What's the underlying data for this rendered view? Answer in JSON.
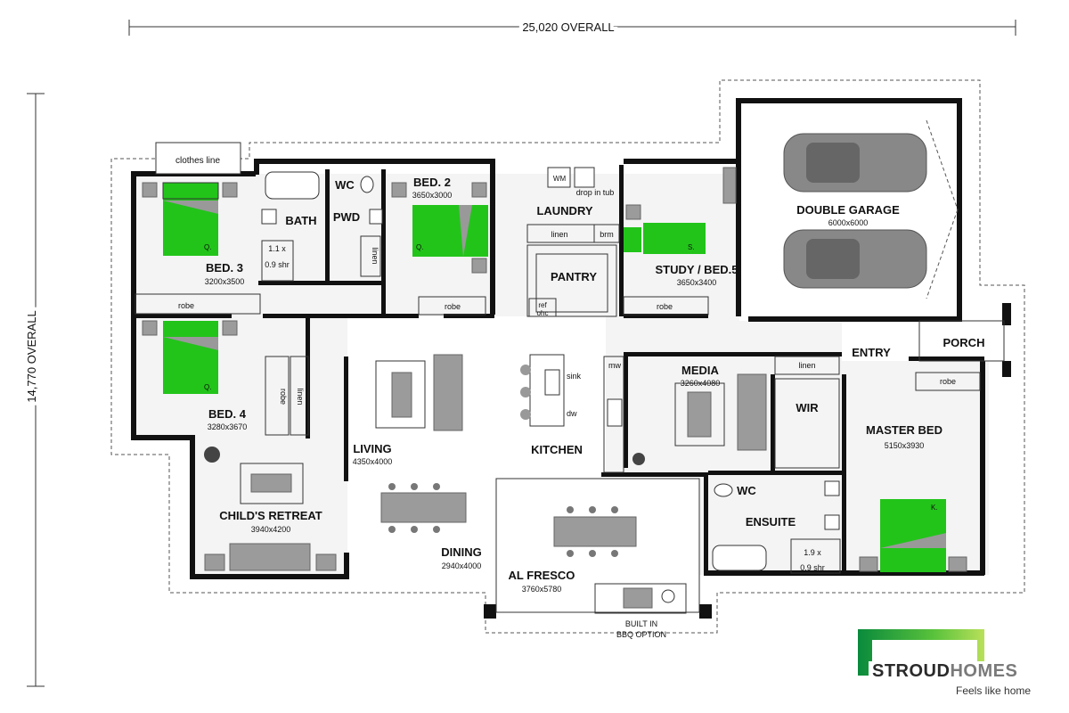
{
  "dimensions": {
    "overall_width": "25,020 OVERALL",
    "overall_depth": "14,770 OVERALL"
  },
  "rooms": {
    "bed3": {
      "name": "BED. 3",
      "size": "3200x3500"
    },
    "bed4": {
      "name": "BED. 4",
      "size": "3280x3670"
    },
    "bed2": {
      "name": "BED. 2",
      "size": "3650x3000"
    },
    "study": {
      "name": "STUDY / BED.5",
      "size": "3650x3400"
    },
    "garage": {
      "name": "DOUBLE GARAGE",
      "size": "6000x6000"
    },
    "bath": {
      "name": "BATH"
    },
    "pwd": {
      "name": "PWD"
    },
    "wc1": {
      "name": "WC"
    },
    "laundry": {
      "name": "LAUNDRY"
    },
    "pantry": {
      "name": "PANTRY"
    },
    "porch": {
      "name": "PORCH"
    },
    "entry": {
      "name": "ENTRY"
    },
    "living": {
      "name": "LIVING",
      "size": "4350x4000"
    },
    "kitchen": {
      "name": "KITCHEN"
    },
    "media": {
      "name": "MEDIA",
      "size": "3260x4080"
    },
    "wir": {
      "name": "WIR"
    },
    "master": {
      "name": "MASTER BED",
      "size": "5150x3930"
    },
    "retreat": {
      "name": "CHILD'S RETREAT",
      "size": "3940x4200"
    },
    "dining": {
      "name": "DINING",
      "size": "2940x4000"
    },
    "alfresco": {
      "name": "AL FRESCO",
      "size": "3760x5780"
    },
    "wc2": {
      "name": "WC"
    },
    "ensuite": {
      "name": "ENSUITE"
    }
  },
  "fixtures": {
    "clothes_line": "clothes line",
    "shr1_a": "1.1 x",
    "shr1_b": "0.9 shr",
    "shr2_a": "1.9 x",
    "shr2_b": "0.9 shr",
    "wm": "WM",
    "tub": "drop in tub",
    "linen": "linen",
    "brm": "brm",
    "robe": "robe",
    "ref_a": "ref",
    "ref_b": "ohc",
    "mw": "mw",
    "sink": "sink",
    "dw": "dw",
    "q": "Q.",
    "s": "S.",
    "k": "K.",
    "bbq_a": "BUILT IN",
    "bbq_b": "BBQ OPTION"
  },
  "brand": {
    "name_a": "STROUD",
    "name_b": "HOMES",
    "tagline": "Feels like home",
    "accent": "#59c23b"
  }
}
